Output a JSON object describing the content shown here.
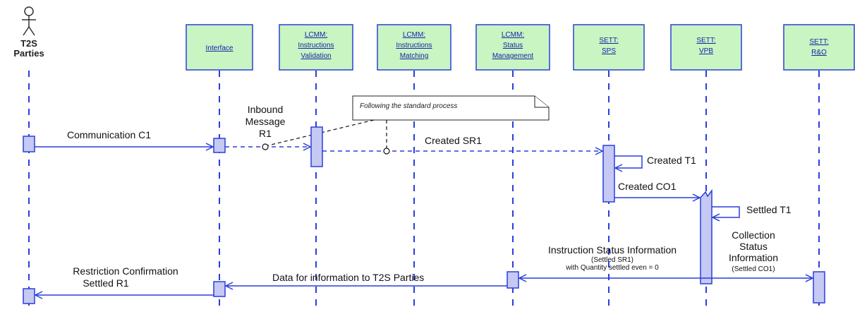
{
  "actor": {
    "line1": "T2S",
    "line2": "Parties"
  },
  "participants": [
    {
      "lines": [
        "Interface"
      ]
    },
    {
      "lines": [
        "LCMM:",
        "Instructions",
        "Validation"
      ]
    },
    {
      "lines": [
        "LCMM:",
        "Instructions",
        "Matching"
      ]
    },
    {
      "lines": [
        "LCMM:",
        "Status",
        "Management"
      ]
    },
    {
      "lines": [
        "SETT:",
        "SPS"
      ]
    },
    {
      "lines": [
        "SETT:",
        "VPB"
      ]
    },
    {
      "lines": [
        "SETT:",
        "R&O"
      ]
    }
  ],
  "note": {
    "text": "Following the standard process"
  },
  "messages": {
    "communication": "Communication C1",
    "inbound": [
      "Inbound",
      "Message",
      "R1"
    ],
    "created_sr1": "Created SR1",
    "created_t1": "Created T1",
    "created_co1": "Created CO1",
    "settled_t1": "Settled T1",
    "collection": [
      "Collection",
      "Status",
      "Information"
    ],
    "collection_sub": "(Settled CO1)",
    "instruction_status": "Instruction Status Information",
    "instruction_sub1": "(Settled SR1)",
    "instruction_sub2": "with Quantity settled even = 0",
    "data_info": "Data for information to T2S Parties",
    "restriction": [
      "Restriction Confirmation",
      "Settled R1"
    ]
  },
  "colors": {
    "lifeline": "#2a3fd9",
    "participant_fill": "#c8f5c2",
    "activation_fill": "#c5c9f4"
  }
}
